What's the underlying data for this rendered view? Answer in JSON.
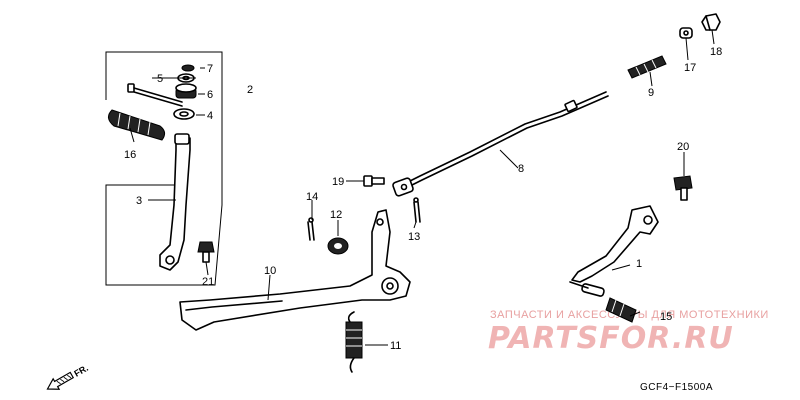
{
  "diagram": {
    "code": "GCF4−F1500A",
    "direction_label": "FR.",
    "callouts": [
      "1",
      "2",
      "3",
      "4",
      "5",
      "6",
      "7",
      "8",
      "9",
      "10",
      "11",
      "12",
      "13",
      "14",
      "15",
      "16",
      "17",
      "18",
      "19",
      "20",
      "21"
    ]
  },
  "watermark": {
    "subtitle": "ЗАПЧАСТИ И АКСЕССУАРЫ ДЛЯ МОТОТЕХНИКИ",
    "brand": "PARTSFOR.RU",
    "color": "#f0b4b4"
  },
  "icons": [
    "front-direction-arrow-icon"
  ]
}
